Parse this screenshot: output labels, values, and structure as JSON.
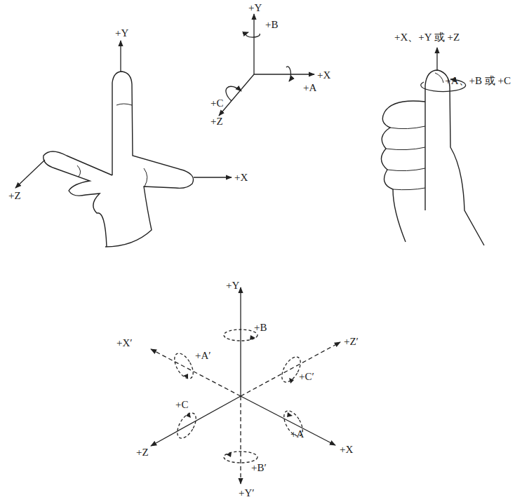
{
  "diagram": {
    "labels": [
      "+Y",
      "+Z",
      "+X",
      "+Y",
      "+B",
      "+X",
      "+A",
      "+C",
      "+Z",
      "+X、+Y 或 +Z",
      "+A、+B 或 +C",
      "+Y",
      "+X′",
      "+B",
      "+Z′",
      "+A′",
      "+C′",
      "+C",
      "+Z",
      "+A",
      "+X",
      "+B′",
      "+Y′"
    ]
  }
}
